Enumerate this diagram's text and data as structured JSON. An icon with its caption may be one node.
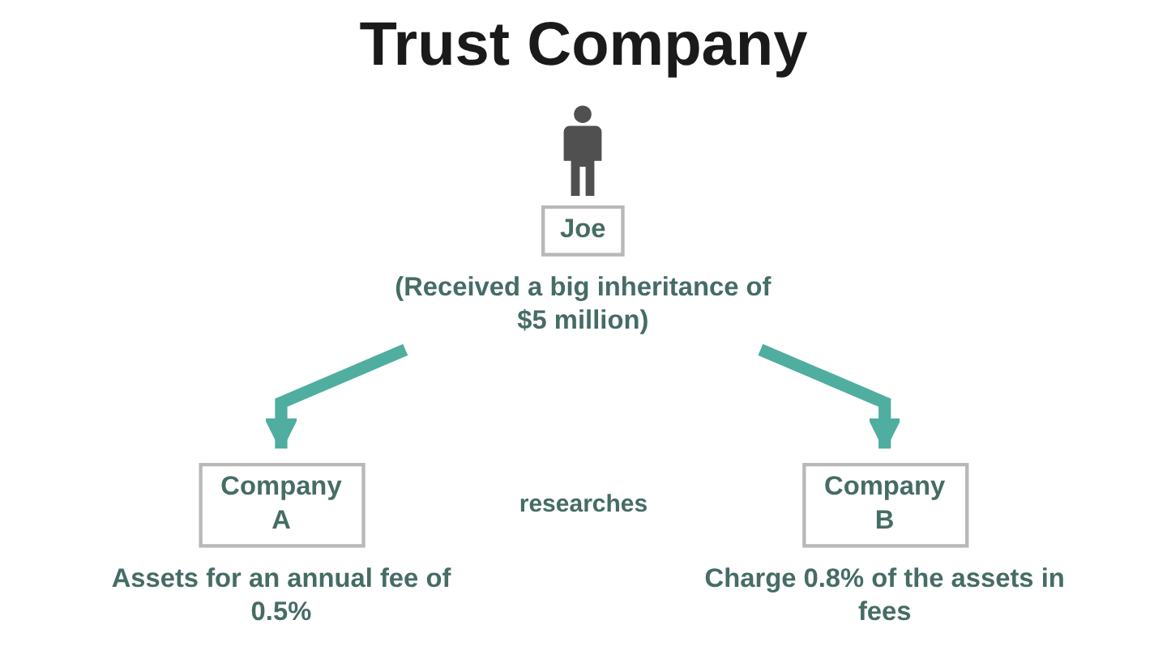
{
  "diagram": {
    "title": "Trust Company",
    "nodes": [
      {
        "text": [
          "Joe"
        ],
        "beside": [
          "(Received a big inheritance of $5 million)"
        ]
      },
      {
        "text": [
          "Company A"
        ],
        "beside": [
          "Assets for an annual fee of 0.5%"
        ]
      },
      {
        "text": [
          "Company B"
        ],
        "beside": [
          "Charge 0.8% of the assets in fees"
        ]
      }
    ],
    "edges": [
      {
        "from": 0,
        "to": 1,
        "arrow": "to"
      },
      {
        "from": 0,
        "to": 2,
        "arrow": "to"
      }
    ],
    "labels": [
      "researches"
    ]
  }
}
